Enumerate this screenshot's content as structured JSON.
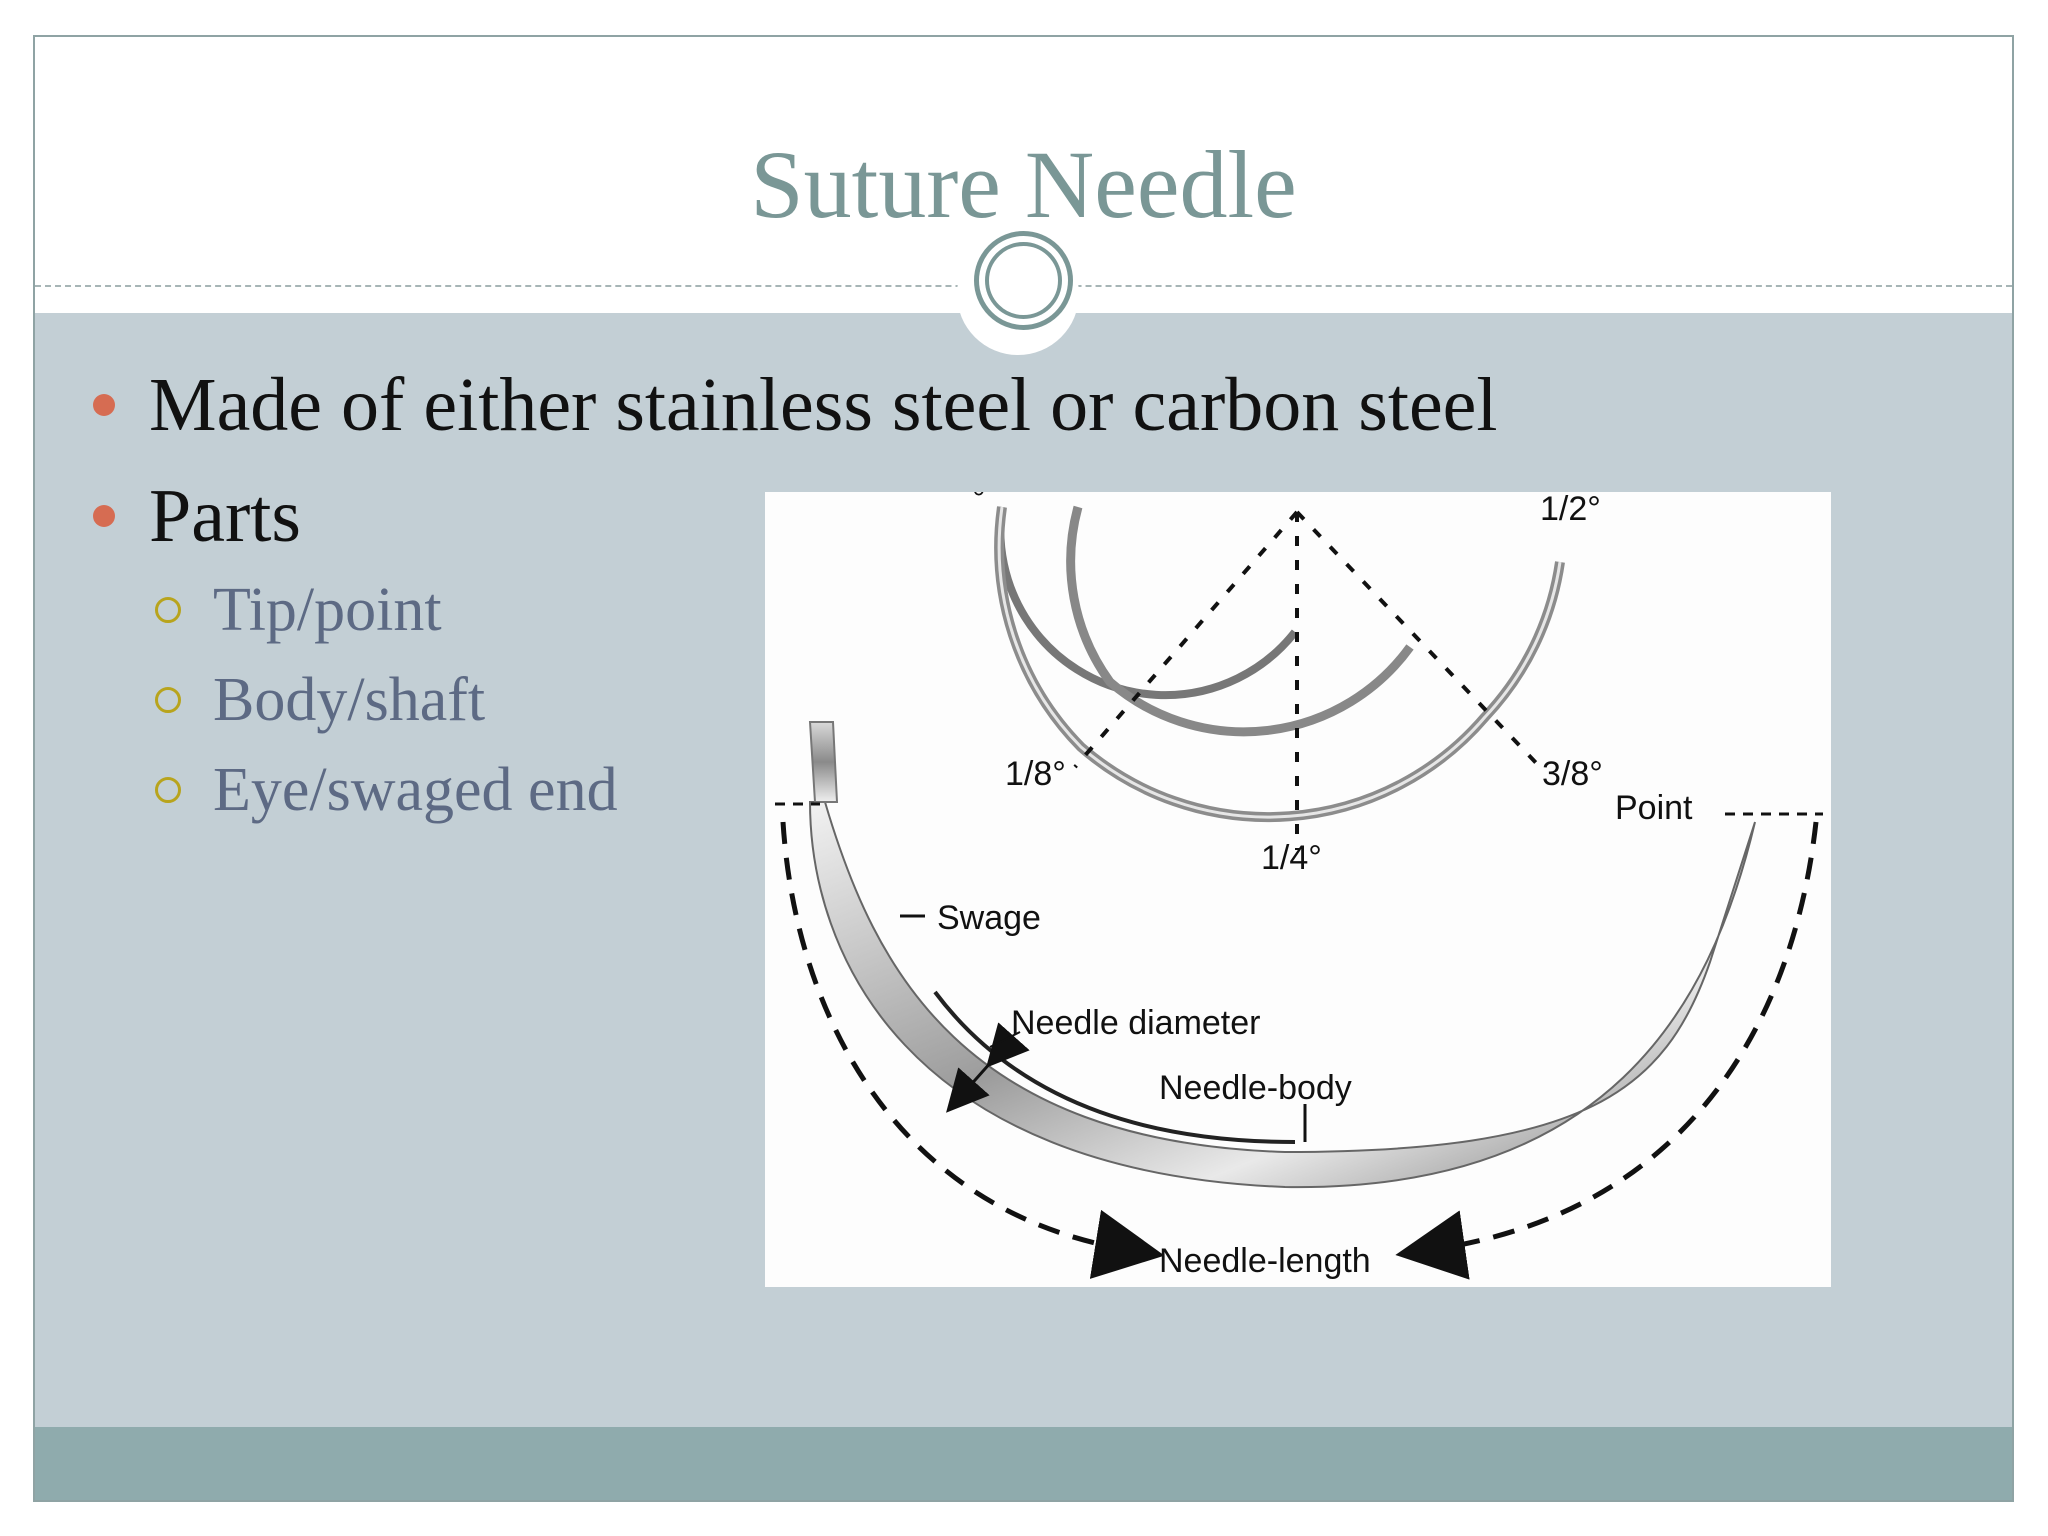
{
  "slide": {
    "title": "Suture Needle",
    "bullets": [
      {
        "text": "Made of either stainless steel or carbon steel"
      },
      {
        "text": "Parts"
      }
    ],
    "sub_bullets": [
      {
        "text": "Tip/point"
      },
      {
        "text": "Body/shaft"
      },
      {
        "text": "Eye/swaged end"
      }
    ]
  },
  "figure": {
    "labels": {
      "half": "1/2°",
      "one_eighth": "1/8°",
      "three_eighths": "3/8°",
      "one_quarter": "1/4°",
      "point": "Point",
      "swage": "Swage",
      "needle_diameter": "Needle diameter",
      "needle_body": "Needle-body",
      "needle_length": "Needle-length",
      "degree_mark": "°"
    }
  },
  "colors": {
    "title": "#7a9796",
    "content_band": "#c3cfd5",
    "footer_band": "#8fabad",
    "bullet_dot": "#d66c52",
    "sub_ring": "#b8a41d",
    "sub_text": "#5d6a84"
  }
}
